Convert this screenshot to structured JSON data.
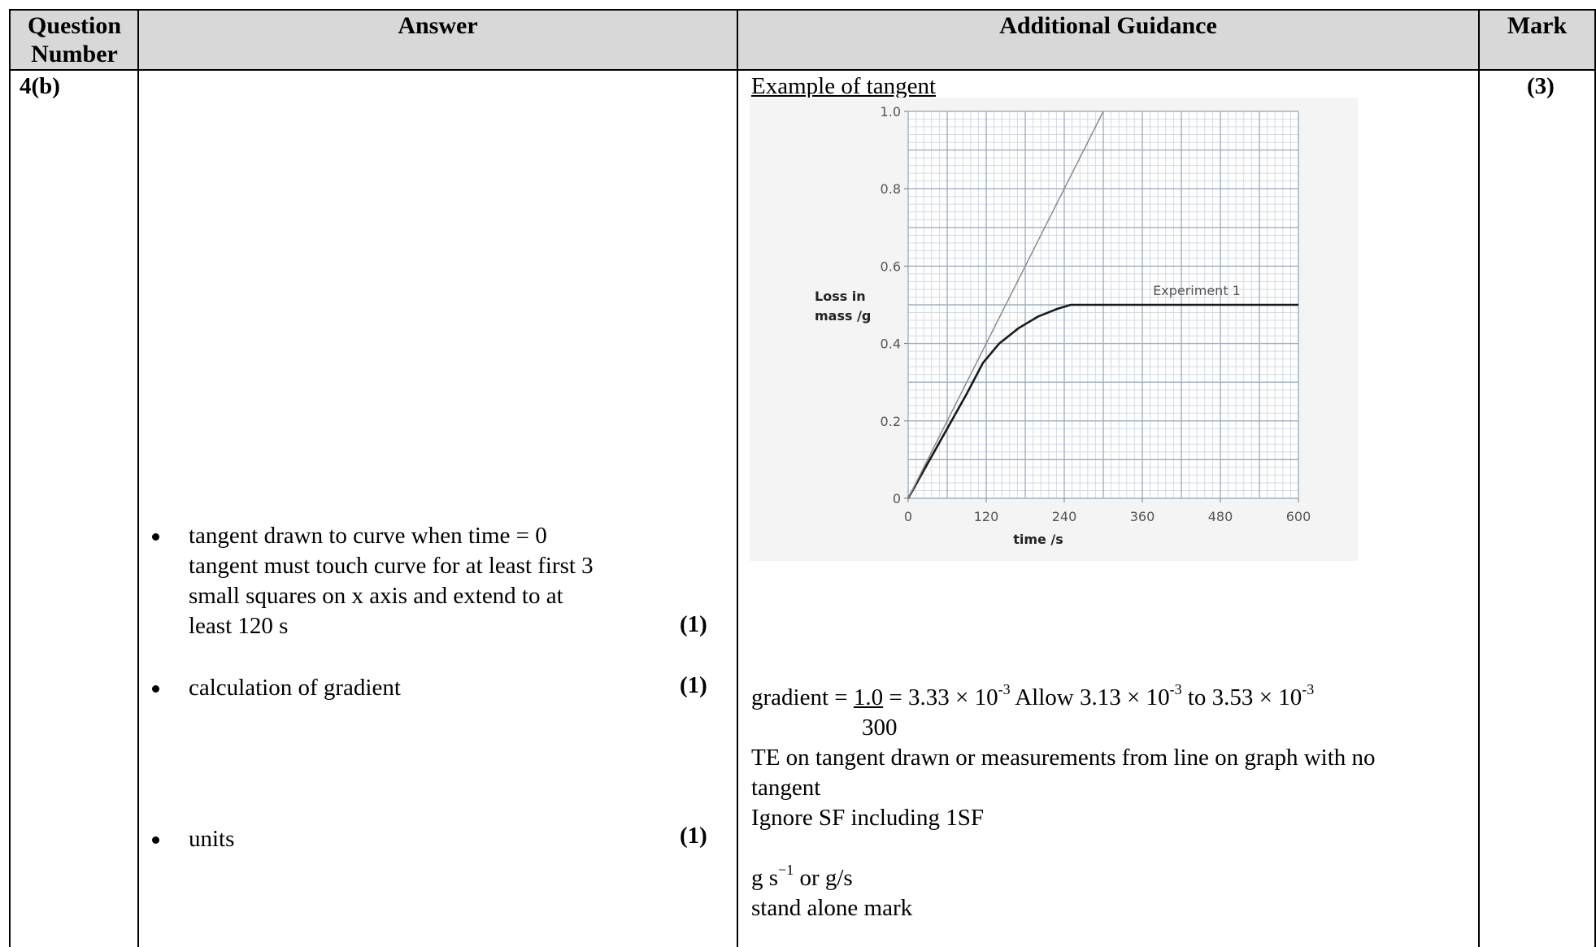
{
  "header": {
    "question_number": "Question Number",
    "answer": "Answer",
    "guidance": "Additional Guidance",
    "mark": "Mark"
  },
  "row": {
    "question_number": "4(b)",
    "total_mark": "(3)",
    "answers": [
      {
        "lines": [
          "tangent drawn to curve when time = 0",
          "tangent must touch curve for at least first 3",
          "small squares on x axis and extend to at",
          "least 120 s"
        ],
        "mark": "(1)"
      },
      {
        "lines": [
          "calculation of gradient"
        ],
        "mark": "(1)"
      },
      {
        "lines": [
          "units"
        ],
        "mark": "(1)"
      }
    ],
    "guidance": {
      "example_heading": "Example of tangent",
      "gradient_prefix": "gradient = ",
      "gradient_numerator": "1.0",
      "gradient_denominator": "300",
      "gradient_value": " = 3.33 × 10",
      "gradient_exp": "-3",
      "allow_text": " Allow 3.13 × 10",
      "allow_exp1": "-3",
      "allow_to": " to 3.53 × 10",
      "allow_exp2": "-3",
      "te_line1": "TE on tangent drawn or measurements from line on graph with no",
      "te_line2": "tangent",
      "ignore_sf": "Ignore SF including 1SF",
      "units_base": "g s",
      "units_exp": "−1",
      "units_alt": " or g/s",
      "stand_alone": "stand alone mark"
    }
  },
  "chart_data": {
    "type": "line",
    "xlabel": "time /s",
    "ylabel_line1": "Loss in",
    "ylabel_line2": "mass /g",
    "xlim": [
      0,
      600
    ],
    "ylim": [
      0,
      1.0
    ],
    "x_ticks": [
      0,
      120,
      240,
      360,
      480,
      600
    ],
    "x_tick_labels": [
      "0",
      "120",
      "240",
      "360",
      "480",
      "600"
    ],
    "y_ticks": [
      0,
      0.2,
      0.4,
      0.6,
      0.8,
      1.0
    ],
    "y_tick_labels": [
      "0",
      "0.2",
      "0.4",
      "0.6",
      "0.8",
      "1.0"
    ],
    "grid": true,
    "series": [
      {
        "name": "Experiment 1",
        "x": [
          0,
          30,
          60,
          90,
          115,
          140,
          170,
          200,
          230,
          250,
          300,
          400,
          500,
          600
        ],
        "y": [
          0,
          0.09,
          0.18,
          0.27,
          0.35,
          0.4,
          0.44,
          0.47,
          0.49,
          0.5,
          0.5,
          0.5,
          0.5,
          0.5
        ]
      },
      {
        "name": "",
        "x": [
          0,
          300
        ],
        "y": [
          0,
          1.0
        ]
      }
    ],
    "annotations": [
      "Experiment 1"
    ]
  }
}
